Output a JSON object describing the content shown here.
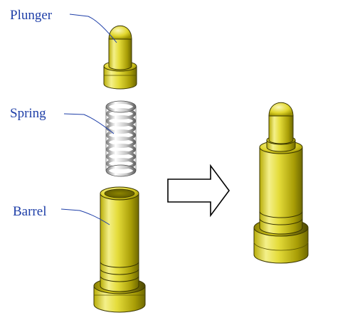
{
  "labels": {
    "plunger": "Plunger",
    "spring": "Spring",
    "barrel": "Barrel"
  },
  "colors": {
    "label_text": "#1f3fa8",
    "leader_line": "#1f3fa8",
    "brass_light": "#f4f08a",
    "brass_mid": "#d8cc1c",
    "brass_dark": "#6e6800",
    "spring_light": "#ffffff",
    "spring_dark": "#7a7a7a",
    "arrow_stroke": "#000000"
  },
  "icons": {
    "arrow": "right-hollow-arrow"
  }
}
